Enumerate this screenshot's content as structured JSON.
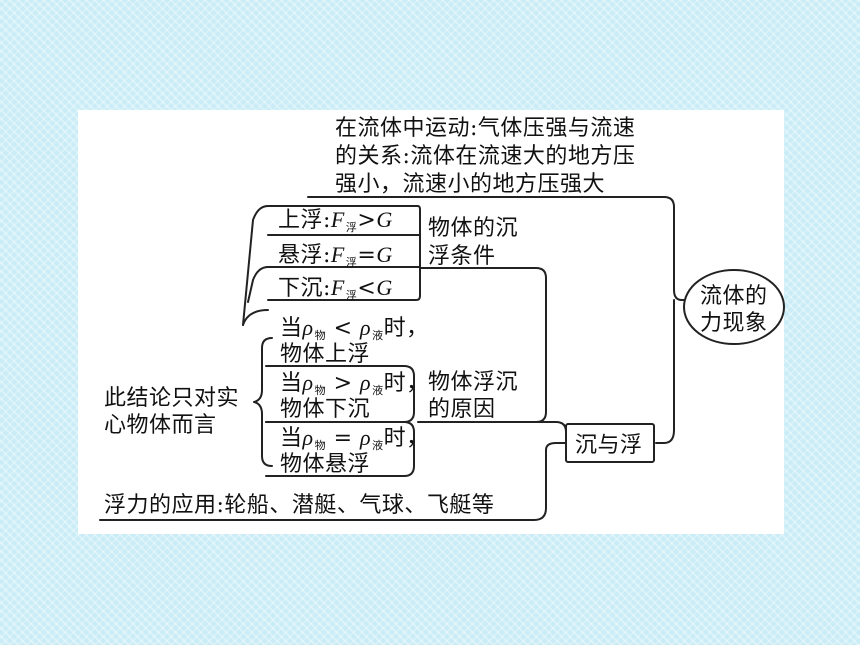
{
  "fluid_motion": {
    "lines": [
      "在流体中运动:气体压强与流速",
      "的关系:流体在流速大的地方压",
      "强小，流速小的地方压强大"
    ]
  },
  "root": {
    "lines": [
      "流体的",
      "力现象"
    ]
  },
  "sink_float": {
    "label": "沉与浮"
  },
  "conditions": {
    "title_lines": [
      "物体的沉",
      "浮条件"
    ],
    "float_up": {
      "prefix": "上浮:",
      "F": "F",
      "sub": "浮",
      "rel": ">",
      "G": "G"
    },
    "suspend": {
      "prefix": "悬浮:",
      "F": "F",
      "sub": "浮",
      "rel": "=",
      "G": "G"
    },
    "sink": {
      "prefix": "下沉:",
      "F": "F",
      "sub": "浮",
      "rel": "<",
      "G": "G"
    }
  },
  "causes": {
    "title_lines": [
      "物体浮沉",
      "的原因"
    ],
    "note_lines": [
      "此结论只对实",
      "心物体而言"
    ],
    "items": [
      {
        "pre": "当",
        "rho": "ρ",
        "sub1": "物",
        "rel": "<",
        "rho2": "ρ",
        "sub2": "液",
        "post": "时，",
        "line2": "物体上浮"
      },
      {
        "pre": "当",
        "rho": "ρ",
        "sub1": "物",
        "rel": ">",
        "rho2": "ρ",
        "sub2": "液",
        "post": "时，",
        "line2": "物体下沉"
      },
      {
        "pre": "当",
        "rho": "ρ",
        "sub1": "物",
        "rel": "=",
        "rho2": "ρ",
        "sub2": "液",
        "post": "时，",
        "line2": "物体悬浮"
      }
    ]
  },
  "application": {
    "text": "浮力的应用:轮船、潜艇、气球、飞艇等"
  }
}
